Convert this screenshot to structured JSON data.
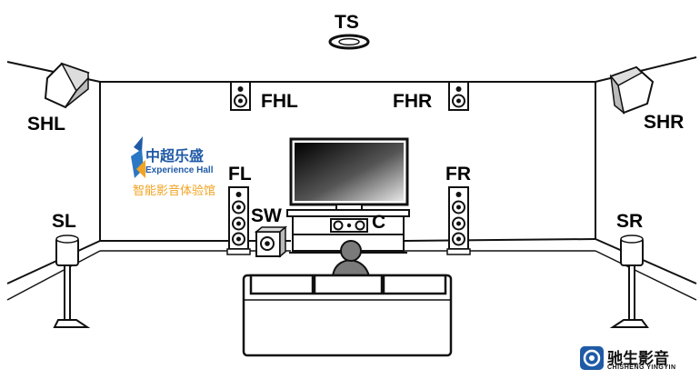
{
  "speakers": {
    "ts": "TS",
    "fhl": "FHL",
    "fhr": "FHR",
    "shl": "SHL",
    "shr": "SHR",
    "fl": "FL",
    "fr": "FR",
    "sw": "SW",
    "c": "C",
    "sl": "SL",
    "sr": "SR"
  },
  "logo": {
    "chinese": "中超乐盛",
    "english": "Experience Hall",
    "subtitle": "智能影音体验馆",
    "primary_color": "#1f5aa6",
    "accent_color": "#f2a323"
  },
  "watermark": {
    "chinese": "驰生影音",
    "english": "CHISHENG YINGYIN",
    "color": "#1f5aa6"
  }
}
